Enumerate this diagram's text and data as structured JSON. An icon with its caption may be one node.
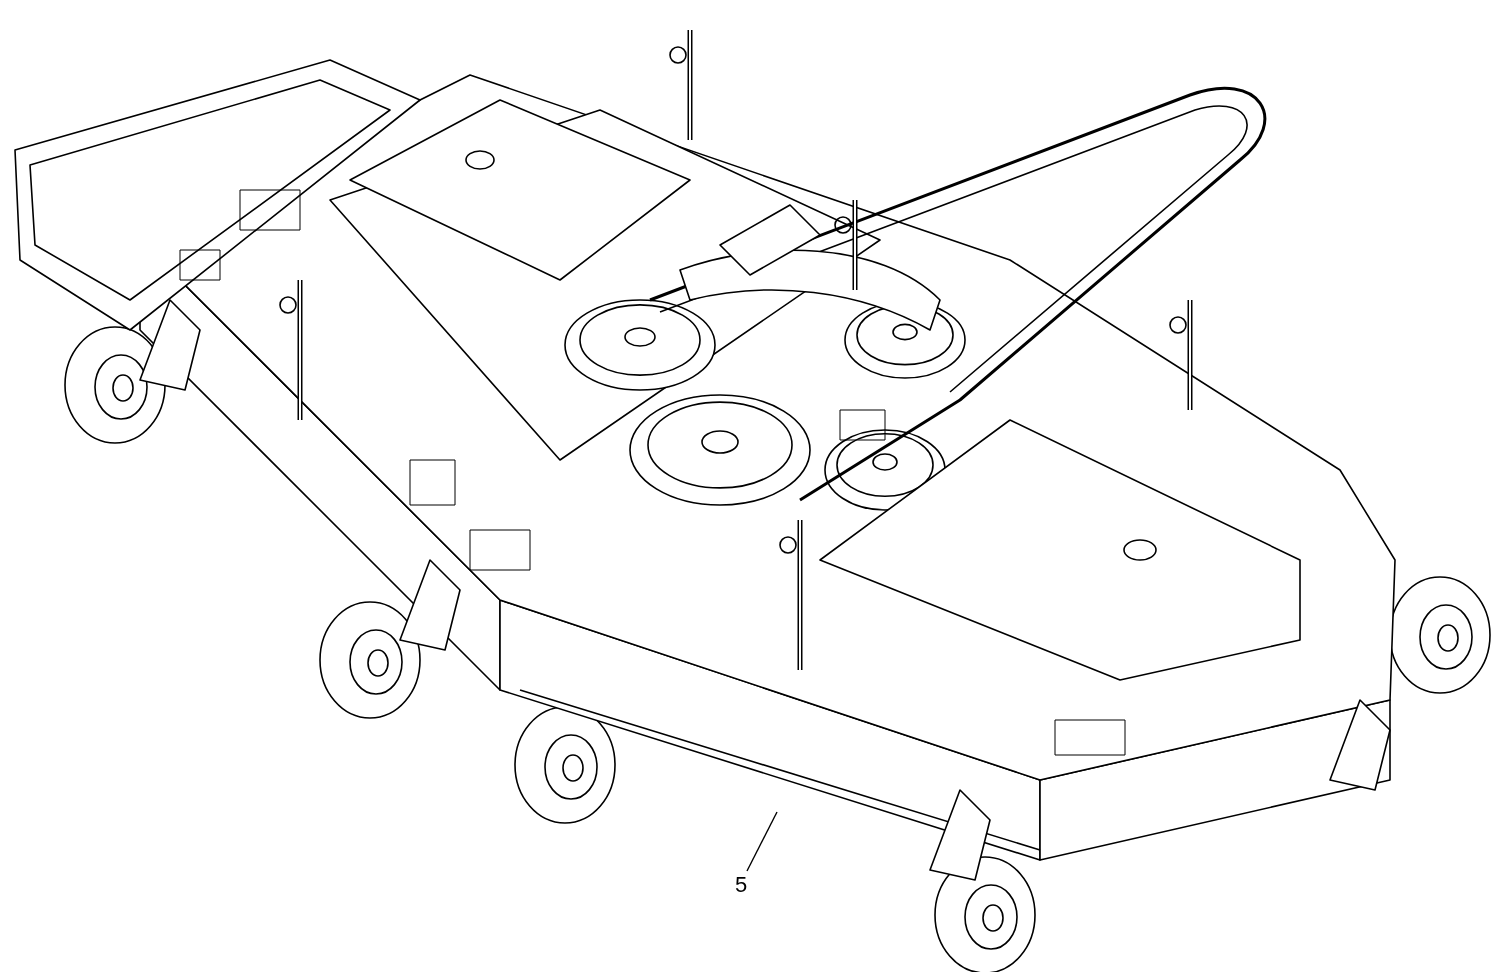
{
  "diagram": {
    "nodes": [
      {
        "text": [
          "5"
        ]
      },
      {
        "text": [],
        "shape": "picture"
      }
    ],
    "edges": [
      {
        "from": 0,
        "to": 1,
        "arrow": "none"
      }
    ]
  }
}
